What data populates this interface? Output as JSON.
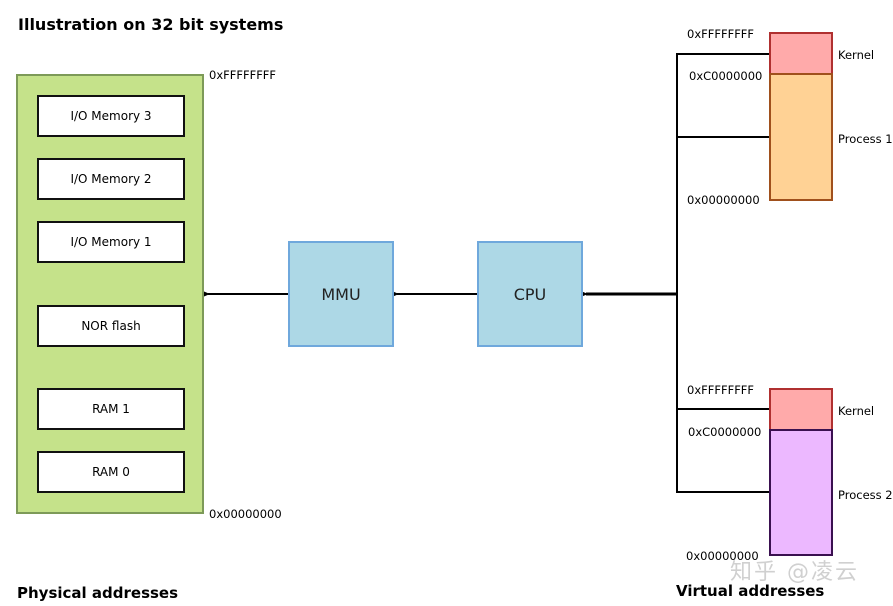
{
  "title": "Illustration on 32 bit systems",
  "physical": {
    "label": "Physical addresses",
    "top_address": "0xFFFFFFFF",
    "bottom_address": "0x00000000",
    "regions": [
      {
        "label": "I/O Memory 3"
      },
      {
        "label": "I/O Memory 2"
      },
      {
        "label": "I/O Memory 1"
      },
      {
        "label": "NOR flash"
      },
      {
        "label": "RAM 1"
      },
      {
        "label": "RAM 0"
      }
    ]
  },
  "units": {
    "mmu": "MMU",
    "cpu": "CPU"
  },
  "virtual": {
    "label": "Virtual addresses",
    "spaces": [
      {
        "top_address": "0xFFFFFFFF",
        "kernel_start": "0xC0000000",
        "bottom_address": "0x00000000",
        "kernel_label": "Kernel",
        "process_label": "Process 1",
        "process_color": "#ffd295"
      },
      {
        "top_address": "0xFFFFFFFF",
        "kernel_start": "0xC0000000",
        "bottom_address": "0x00000000",
        "kernel_label": "Kernel",
        "process_label": "Process 2",
        "process_color": "#ecb8ff"
      }
    ]
  },
  "colors": {
    "physical_bg": "#c5e28a",
    "unit_bg": "#add8e6",
    "kernel_bg": "#ffaaaa"
  },
  "watermark": "知乎 @凌云"
}
